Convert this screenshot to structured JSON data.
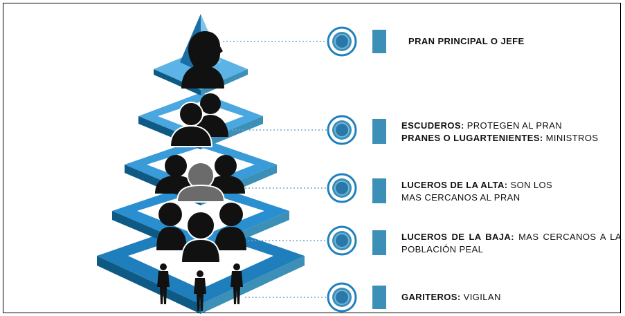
{
  "colors": {
    "accent": "#3c8fb6",
    "accent_light": "#7fc3e6",
    "accent_dark": "#0f5a85",
    "silhouette": "#111111",
    "silhouette_gray": "#6b6b6b",
    "connector": "#6fa5d3"
  },
  "levels": [
    {
      "id": "pran",
      "bold": "PRAN PRINCIPAL O JEFE",
      "rest": ""
    },
    {
      "id": "escuderos",
      "line1_bold": "ESCUDEROS:",
      "line1_rest": " PROTEGEN AL PRAN",
      "line2_bold": "PRANES O LUGARTENIENTES:",
      "line2_rest": " MINISTROS"
    },
    {
      "id": "luceros-alta",
      "bold": "LUCEROS DE LA ALTA:",
      "rest": " SON LOS MAS CERCANOS AL PRAN"
    },
    {
      "id": "luceros-baja",
      "bold": "LUCEROS DE LA BAJA:",
      "rest": " MAS CERCANOS A LA POBLACIÓN PEAL"
    },
    {
      "id": "gariteros",
      "bold": "GARITEROS:",
      "rest": " VIGILAN"
    }
  ],
  "icons": {
    "head": "head-silhouette-icon",
    "group": "group-silhouette-icon",
    "person": "standing-person-icon",
    "bullet": "ring-bullet-icon"
  }
}
